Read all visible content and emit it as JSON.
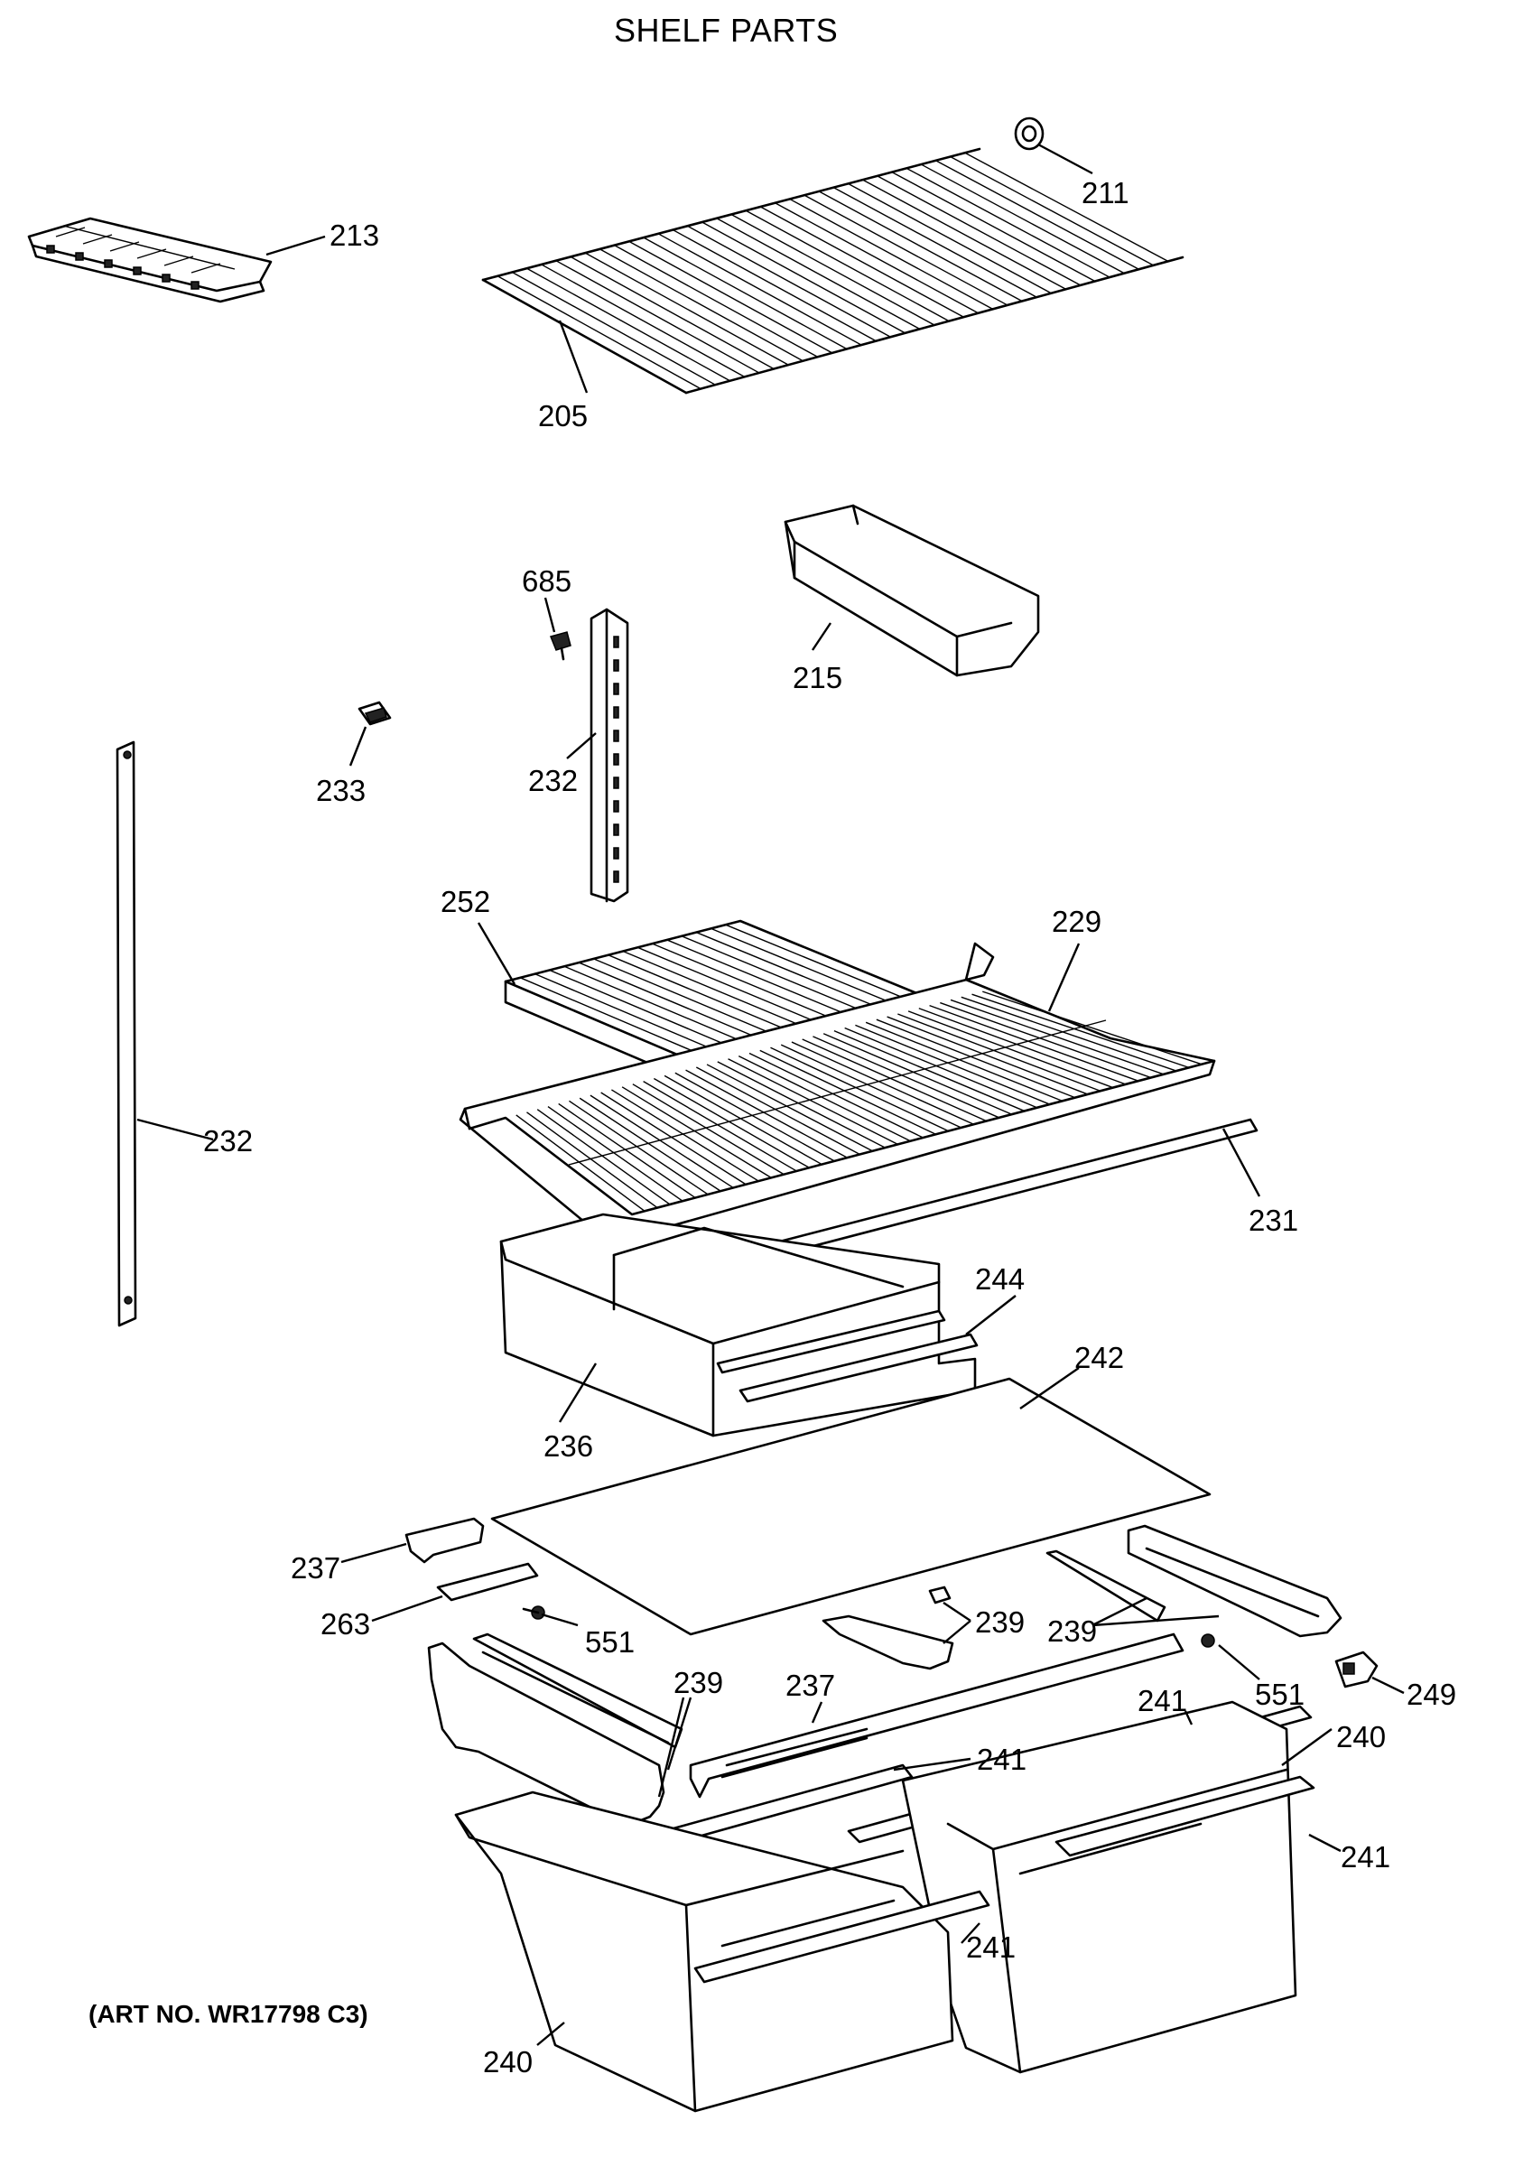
{
  "title": "SHELF PARTS",
  "art_number": "(ART NO. WR17798 C3)",
  "callouts": {
    "c205": "205",
    "c211": "211",
    "c213": "213",
    "c215": "215",
    "c685": "685",
    "c233": "233",
    "c232a": "232",
    "c232b": "232",
    "c252": "252",
    "c229": "229",
    "c231": "231",
    "c244": "244",
    "c236": "236",
    "c242": "242",
    "c237a": "237",
    "c263": "263",
    "c551a": "551",
    "c239a": "239",
    "c239b": "239",
    "c239c": "239",
    "c249": "249",
    "c551b": "551",
    "c237b": "237",
    "c241a": "241",
    "c241b": "241",
    "c240a": "240",
    "c241c": "241",
    "c241d": "241",
    "c240b": "240"
  }
}
